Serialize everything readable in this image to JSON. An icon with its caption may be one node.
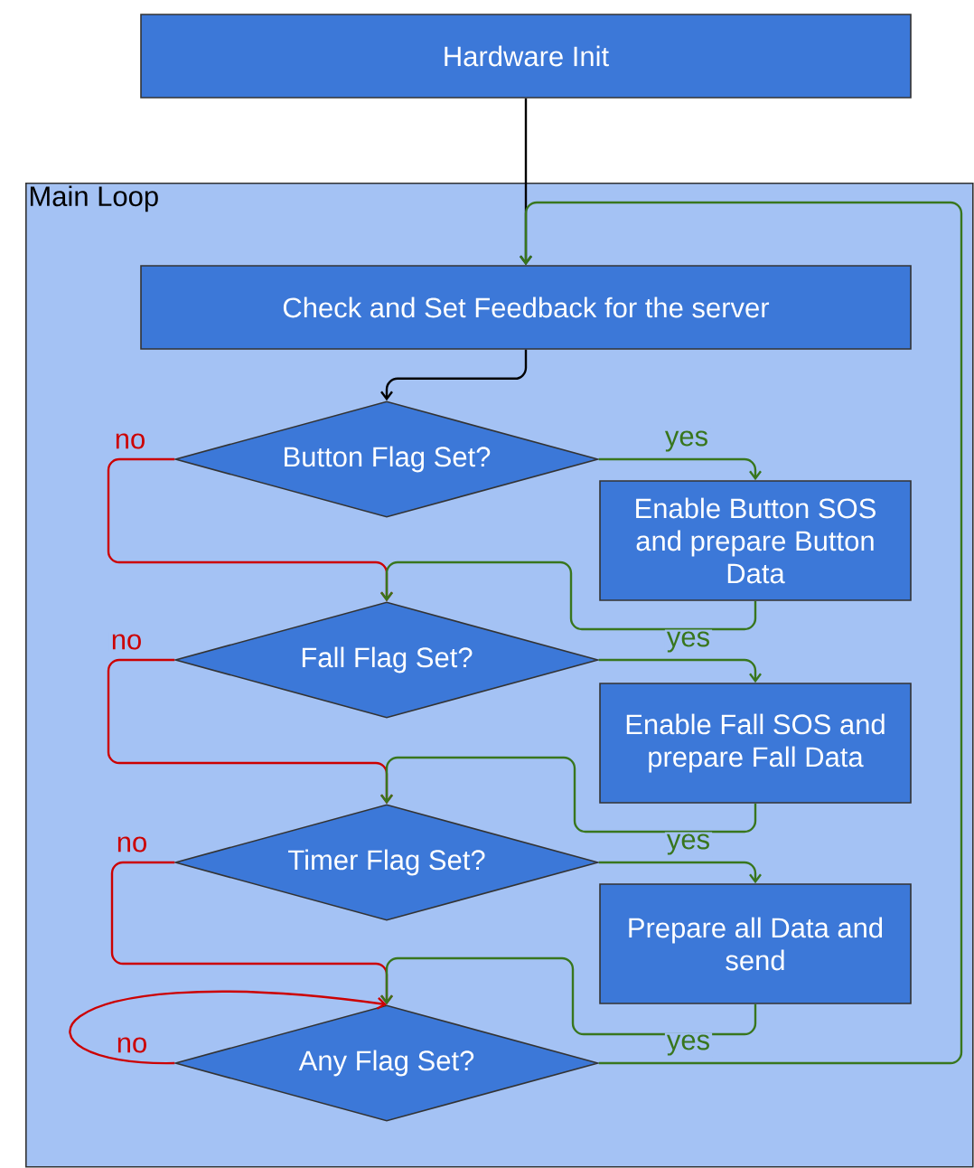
{
  "diagram": {
    "nodes": [
      {
        "text": [
          "Hardware Init"
        ]
      },
      {
        "text": [
          "Main Loop"
        ]
      },
      {
        "text": [
          "Check and Set Feedback for the server"
        ],
        "in": 1
      },
      {
        "text": [
          "Button Flag Set?"
        ],
        "in": 1
      },
      {
        "text": [
          "Enable Button SOS and prepare Button Data"
        ],
        "in": 1
      },
      {
        "text": [
          "Fall Flag Set?"
        ],
        "in": 1
      },
      {
        "text": [
          "Enable Fall SOS and prepare Fall Data"
        ],
        "in": 1
      },
      {
        "text": [
          "Timer Flag Set?"
        ],
        "in": 1
      },
      {
        "text": [
          "Prepare all Data and send"
        ],
        "in": 1
      },
      {
        "text": [
          "Any Flag Set?"
        ],
        "in": 1
      }
    ],
    "edges": [
      {
        "from": 0,
        "to": 2,
        "arrow": "to",
        "color": "#000000"
      },
      {
        "from": 2,
        "to": 3,
        "arrow": "to",
        "color": "#000000"
      },
      {
        "from": 3,
        "to": 4,
        "arrow": "to",
        "label": "yes"
      },
      {
        "from": 3,
        "to": 5,
        "arrow": "to",
        "label": "no",
        "color": "#cc0000"
      },
      {
        "from": 4,
        "to": 5,
        "arrow": "to"
      },
      {
        "from": 5,
        "to": 6,
        "arrow": "to",
        "label": "yes"
      },
      {
        "from": 5,
        "to": 7,
        "arrow": "to",
        "label": "no",
        "color": "#cc0000"
      },
      {
        "from": 6,
        "to": 7,
        "arrow": "to"
      },
      {
        "from": 7,
        "to": 8,
        "arrow": "to",
        "label": "yes"
      },
      {
        "from": 7,
        "to": 9,
        "arrow": "to",
        "label": "no",
        "color": "#cc0000"
      },
      {
        "from": 8,
        "to": 9,
        "arrow": "to"
      },
      {
        "from": 9,
        "to": 9,
        "arrow": "to",
        "label": "no",
        "color": "#cc0000"
      },
      {
        "from": 9,
        "to": 2,
        "arrow": "to",
        "label": "yes"
      }
    ]
  }
}
